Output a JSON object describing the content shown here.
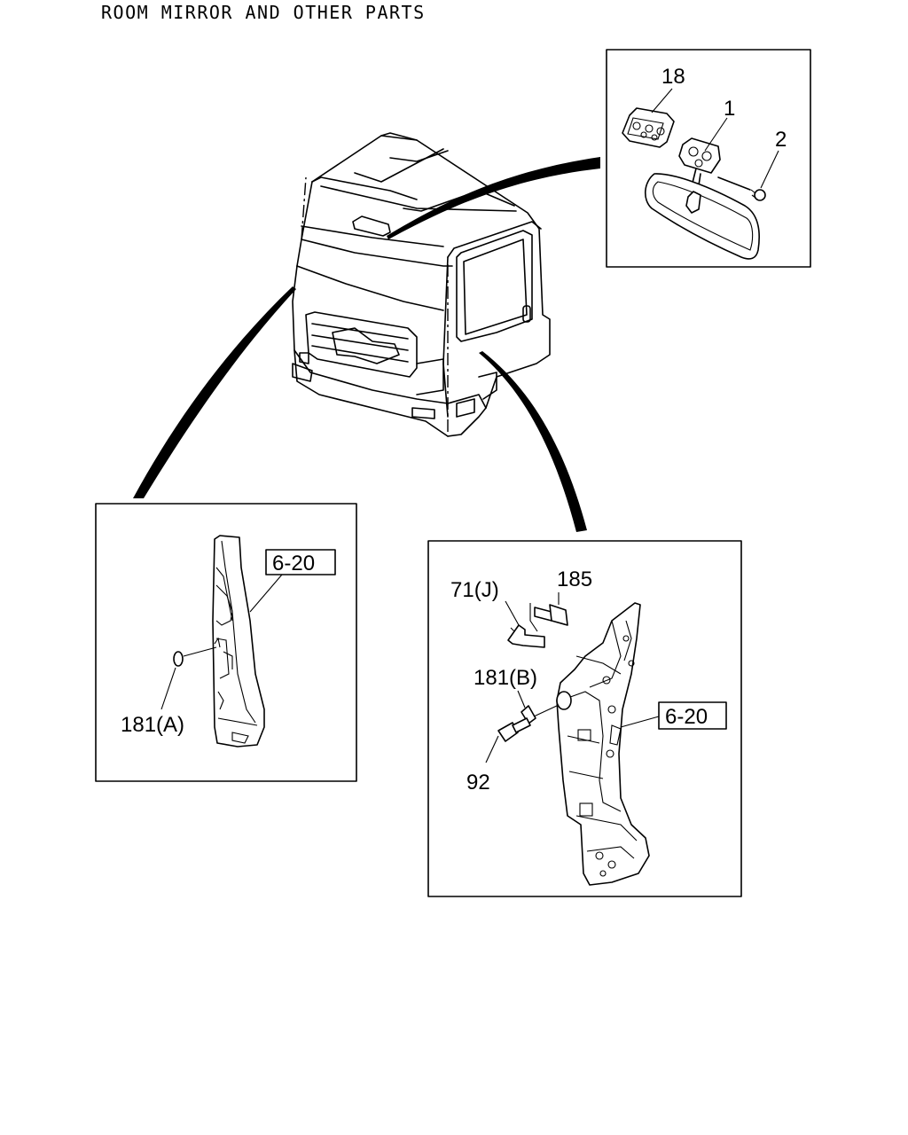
{
  "title": "ROOM MIRROR AND OTHER PARTS",
  "callouts": {
    "part_18": "18",
    "part_1": "1",
    "part_2": "2",
    "part_181a": "181(A)",
    "part_71j": "71(J)",
    "part_185": "185",
    "part_181b": "181(B)",
    "part_92": "92"
  },
  "references": {
    "left_panel": "6-20",
    "right_panel": "6-20"
  }
}
